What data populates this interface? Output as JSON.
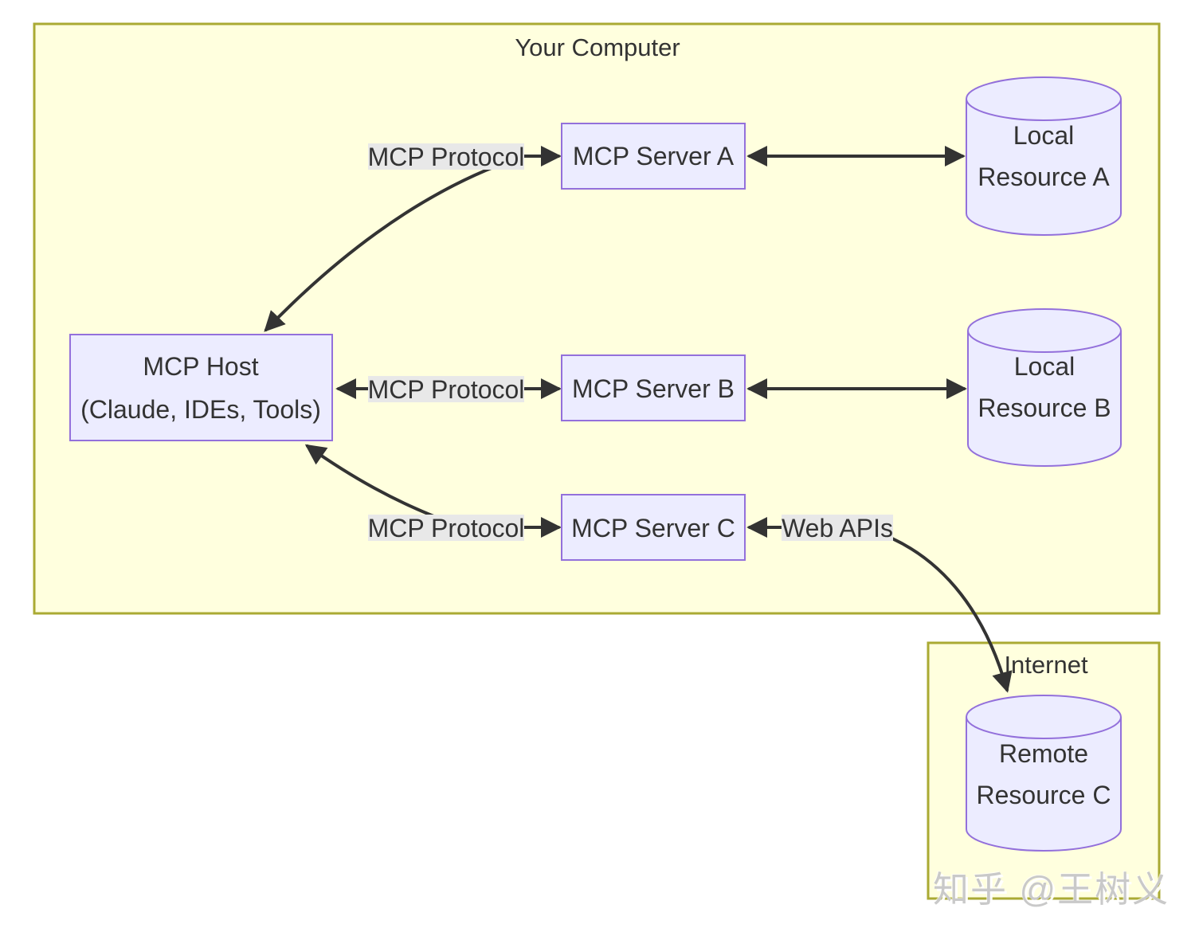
{
  "diagram": {
    "type": "flowchart",
    "containers": {
      "your_computer": {
        "title": "Your Computer"
      },
      "internet": {
        "title": "Internet"
      }
    },
    "nodes": {
      "host": {
        "line1": "MCP Host",
        "line2": "(Claude, IDEs, Tools)",
        "shape": "rectangle"
      },
      "server_a": {
        "label": "MCP Server A",
        "shape": "rectangle"
      },
      "server_b": {
        "label": "MCP Server B",
        "shape": "rectangle"
      },
      "server_c": {
        "label": "MCP Server C",
        "shape": "rectangle"
      },
      "resource_a": {
        "line1": "Local",
        "line2": "Resource A",
        "shape": "cylinder"
      },
      "resource_b": {
        "line1": "Local",
        "line2": "Resource B",
        "shape": "cylinder"
      },
      "resource_c": {
        "line1": "Remote",
        "line2": "Resource C",
        "shape": "cylinder"
      }
    },
    "edge_labels": {
      "protocol_a": "MCP Protocol",
      "protocol_b": "MCP Protocol",
      "protocol_c": "MCP Protocol",
      "web_apis": "Web APIs"
    },
    "edges": [
      {
        "from": "MCP Host (Claude, IDEs, Tools)",
        "to": "MCP Server A",
        "label": "MCP Protocol",
        "direction": "bidirectional"
      },
      {
        "from": "MCP Server A",
        "to": "Local Resource A",
        "label": "",
        "direction": "bidirectional"
      },
      {
        "from": "MCP Host (Claude, IDEs, Tools)",
        "to": "MCP Server B",
        "label": "MCP Protocol",
        "direction": "bidirectional"
      },
      {
        "from": "MCP Server B",
        "to": "Local Resource B",
        "label": "",
        "direction": "bidirectional"
      },
      {
        "from": "MCP Host (Claude, IDEs, Tools)",
        "to": "MCP Server C",
        "label": "MCP Protocol",
        "direction": "bidirectional"
      },
      {
        "from": "MCP Server C",
        "to": "Remote Resource C",
        "label": "Web APIs",
        "direction": "bidirectional"
      }
    ],
    "colors": {
      "container_fill": "#ffffde",
      "container_stroke": "#aaaa33",
      "node_fill": "#ececff",
      "node_stroke": "#9370db",
      "edge_stroke": "#333333",
      "edge_label_bg": "#e8e8e8",
      "text": "#333333",
      "page_bg": "#ffffff"
    }
  },
  "watermark": {
    "text": "知乎 @王树义"
  }
}
